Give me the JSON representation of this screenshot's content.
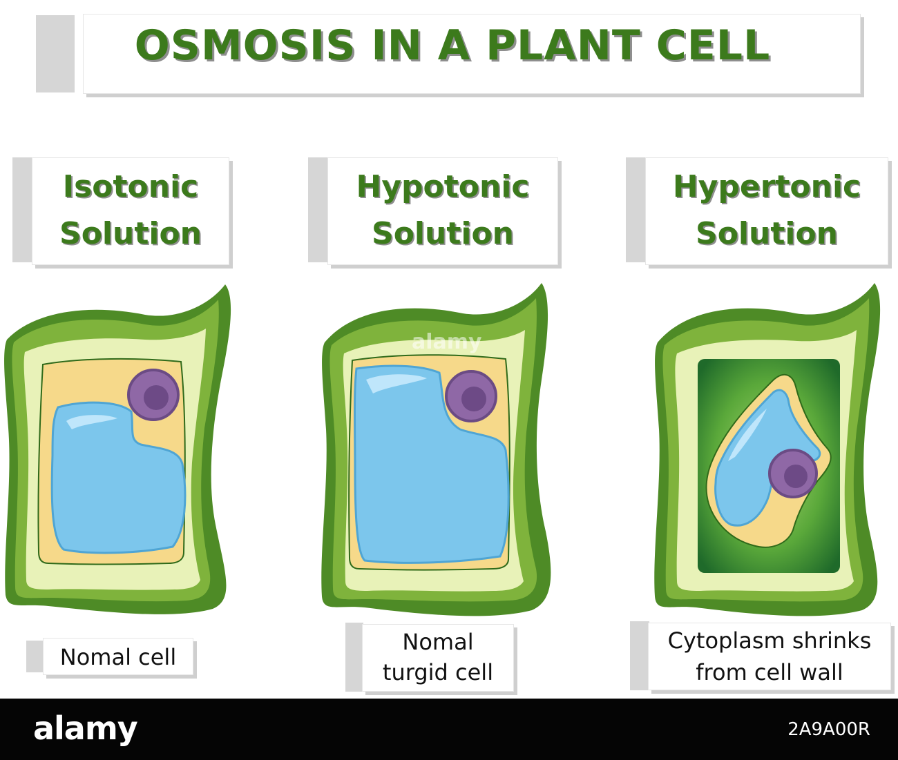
{
  "title": "OSMOSIS IN A PLANT CELL",
  "panels": [
    {
      "heading_line1": "Isotonic",
      "heading_line2": "Solution",
      "caption_line1": "Nomal cell",
      "caption_line2": ""
    },
    {
      "heading_line1": "Hypotonic",
      "heading_line2": "Solution",
      "caption_line1": "Nomal",
      "caption_line2": "turgid cell"
    },
    {
      "heading_line1": "Hypertonic",
      "heading_line2": "Solution",
      "caption_line1": "Cytoplasm shrinks",
      "caption_line2": "from cell wall"
    }
  ],
  "watermark": "alamy",
  "footer": {
    "brand": "alamy",
    "image_ref": "2A9A00R"
  },
  "colors": {
    "title_green": "#3c7a1c",
    "cell_wall_dark": "#4e8b26",
    "cell_wall_light": "#7fb33c",
    "wall_inner": "#e8f2b8",
    "cytoplasm": "#f6d98a",
    "vacuole": "#7cc6ec",
    "nucleus": "#8f68a6",
    "hypertonic_fluid": "#2e8a3a"
  }
}
